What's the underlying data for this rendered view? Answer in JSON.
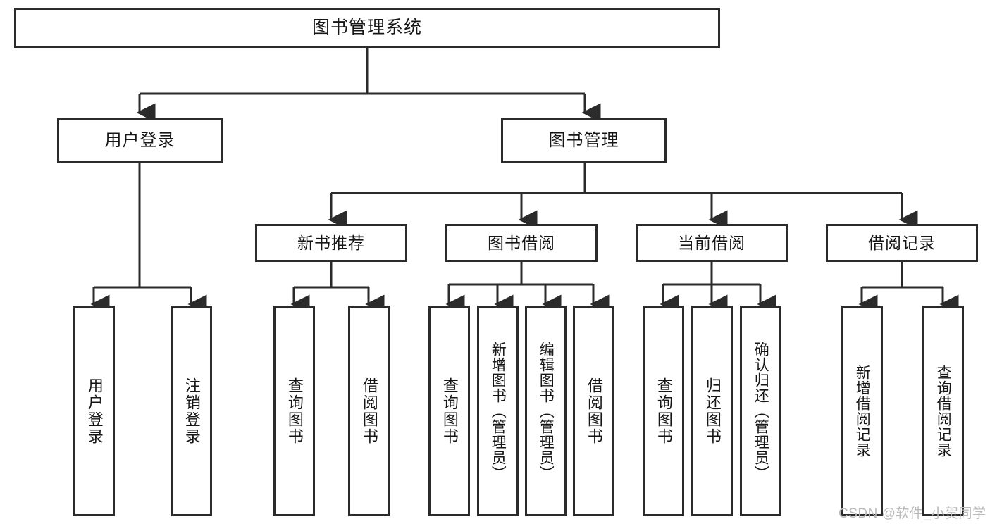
{
  "diagram": {
    "title": "图书管理系统",
    "type": "功能结构图",
    "root": {
      "id": "root",
      "label": "图书管理系统"
    },
    "level1": [
      {
        "id": "user-login",
        "label": "用户登录"
      },
      {
        "id": "book-manage",
        "label": "图书管理"
      }
    ],
    "level2": [
      {
        "id": "new-book-rec",
        "label": "新书推荐"
      },
      {
        "id": "book-borrow",
        "label": "图书借阅"
      },
      {
        "id": "current-borrow",
        "label": "当前借阅"
      },
      {
        "id": "borrow-record",
        "label": "借阅记录"
      }
    ],
    "leaves": [
      {
        "id": "leaf-user-login",
        "label": "用户登录",
        "parent": "user-login"
      },
      {
        "id": "leaf-logout",
        "label": "注销登录",
        "parent": "user-login"
      },
      {
        "id": "leaf-query-book-1",
        "label": "查询图书",
        "parent": "new-book-rec"
      },
      {
        "id": "leaf-borrow-book-1",
        "label": "借阅图书",
        "parent": "new-book-rec"
      },
      {
        "id": "leaf-query-book-2",
        "label": "查询图书",
        "parent": "book-borrow"
      },
      {
        "id": "leaf-add-book",
        "label": "新增图书（管理员）",
        "parent": "book-borrow"
      },
      {
        "id": "leaf-edit-book",
        "label": "编辑图书（管理员）",
        "parent": "book-borrow"
      },
      {
        "id": "leaf-borrow-book-2",
        "label": "借阅图书",
        "parent": "book-borrow"
      },
      {
        "id": "leaf-query-book-3",
        "label": "查询图书",
        "parent": "current-borrow"
      },
      {
        "id": "leaf-return-book",
        "label": "归还图书",
        "parent": "current-borrow"
      },
      {
        "id": "leaf-confirm-return",
        "label": "确认归还（管理员）",
        "parent": "current-borrow"
      },
      {
        "id": "leaf-add-record",
        "label": "新增借阅记录",
        "parent": "borrow-record"
      },
      {
        "id": "leaf-query-record",
        "label": "查询借阅记录",
        "parent": "borrow-record"
      }
    ]
  },
  "watermark": {
    "text": "CSDN @软件_小贺同学"
  },
  "colors": {
    "stroke": "#2b2b2b",
    "background": "#ffffff",
    "text": "#161616",
    "watermark": "#b9b9b9"
  }
}
